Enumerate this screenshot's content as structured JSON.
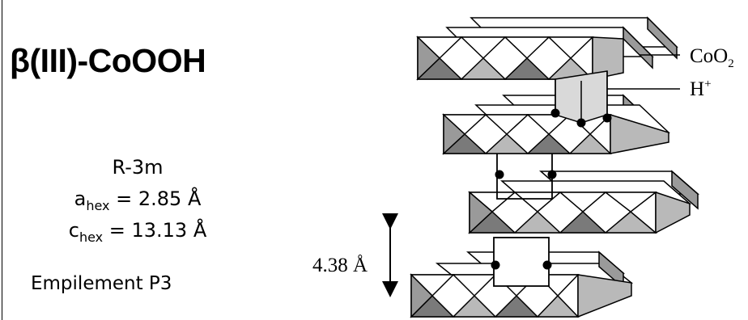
{
  "title": "β(III)-CoOOH",
  "space_group": "R-3m",
  "a_hex": {
    "symbol": "a",
    "subscript": "hex",
    "value": "= 2.85 Å"
  },
  "c_hex": {
    "symbol": "c",
    "subscript": "hex",
    "value": "= 13.13 Å"
  },
  "stacking": "Empilement P3",
  "labels": {
    "layer": {
      "base": "CoO",
      "subscript": "2"
    },
    "proton": {
      "base": "H",
      "superscript": "+"
    },
    "interlayer_distance": "4.38 Å"
  },
  "colors": {
    "octa_dark": "#7a7a7a",
    "octa_light": "#b9b9b9",
    "octa_white": "#ffffff",
    "line": "#000000"
  }
}
